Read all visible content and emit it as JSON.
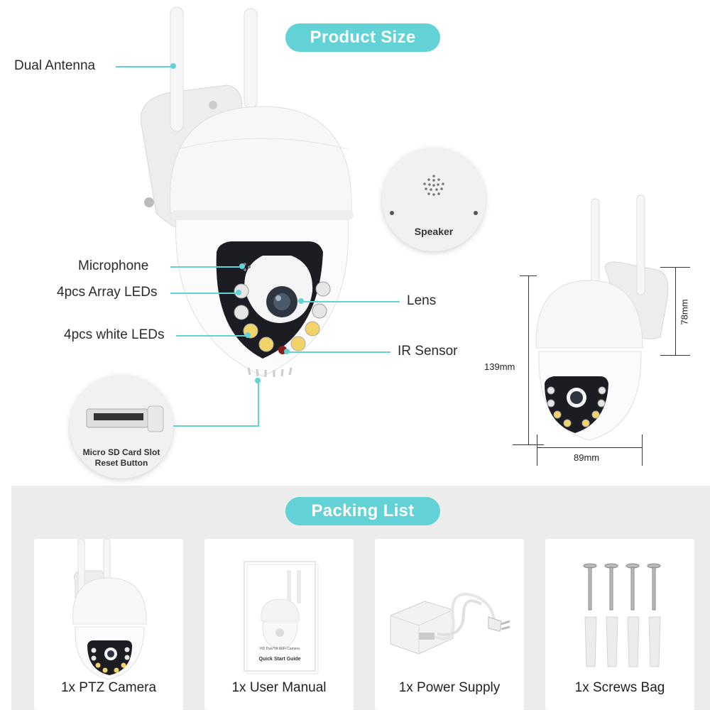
{
  "headers": {
    "product_size": "Product Size",
    "packing_list": "Packing List"
  },
  "callouts": {
    "dual_antenna": "Dual Antenna",
    "microphone": "Microphone",
    "array_leds": "4pcs Array LEDs",
    "white_leds": "4pcs white LEDs",
    "lens": "Lens",
    "ir_sensor": "IR Sensor",
    "speaker": "Speaker",
    "sd_slot_line1": "Micro SD Card Slot",
    "sd_slot_line2": "Reset Button"
  },
  "dimensions": {
    "height": "139mm",
    "width": "89mm",
    "dome": "78mm"
  },
  "packing_items": [
    {
      "label": "1x PTZ Camera"
    },
    {
      "label": "1x User Manual"
    },
    {
      "label": "1x Power Supply"
    },
    {
      "label": "1x Screws Bag"
    }
  ],
  "manual_text": {
    "model": "HD Pan/Tilt WiFi Camera",
    "title": "Quick Start Guide"
  },
  "colors": {
    "accent": "#62d2d6",
    "panel": "#ececec",
    "camera_lens": "#4b5a6a"
  }
}
